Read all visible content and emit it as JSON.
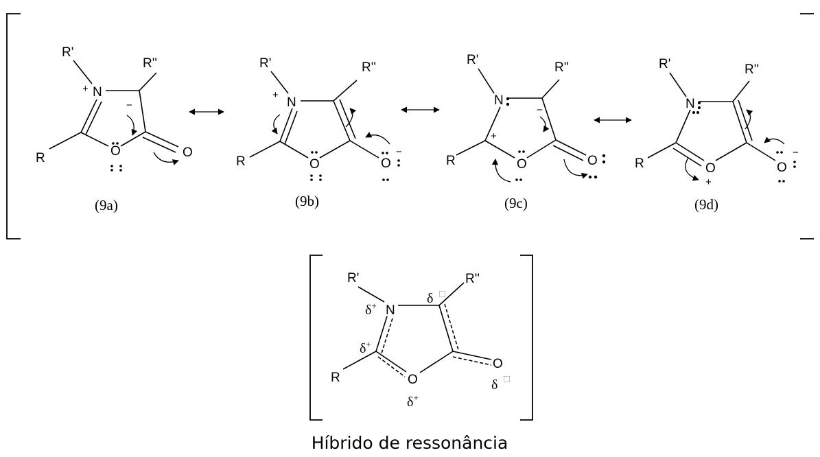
{
  "labels": {
    "r": "R",
    "r1": "R'",
    "r2": "R''",
    "n": "N",
    "o": "O",
    "plus": "+",
    "minus": "−",
    "delta": "δ",
    "delta_plus_sup": "+",
    "placeholder_box": "□"
  },
  "captions": {
    "s9a": "(9a)",
    "s9b": "(9b)",
    "s9c": "(9c)",
    "s9d": "(9d)"
  },
  "hybrid_title": "Híbrido de ressonância",
  "colors": {
    "ink": "#000000",
    "placeholder": "#999999"
  }
}
